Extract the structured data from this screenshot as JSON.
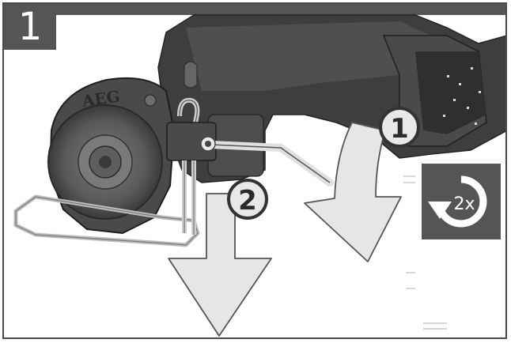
{
  "step": {
    "number": "1"
  },
  "brand": {
    "logo_text": "AEG"
  },
  "callouts": [
    {
      "label": "1"
    },
    {
      "label": "2"
    }
  ],
  "rotate_icon": {
    "label": "2x",
    "icon": "counterclockwise-rotation-icon"
  },
  "colors": {
    "frame": "#4a4a4a",
    "header": "#555555",
    "tool_dark": "#3c3c3c",
    "tool_mid": "#6a6a6a",
    "arrow_fill": "#e6e6e6",
    "arrow_stroke": "#555555",
    "badge_bg": "#555555"
  }
}
